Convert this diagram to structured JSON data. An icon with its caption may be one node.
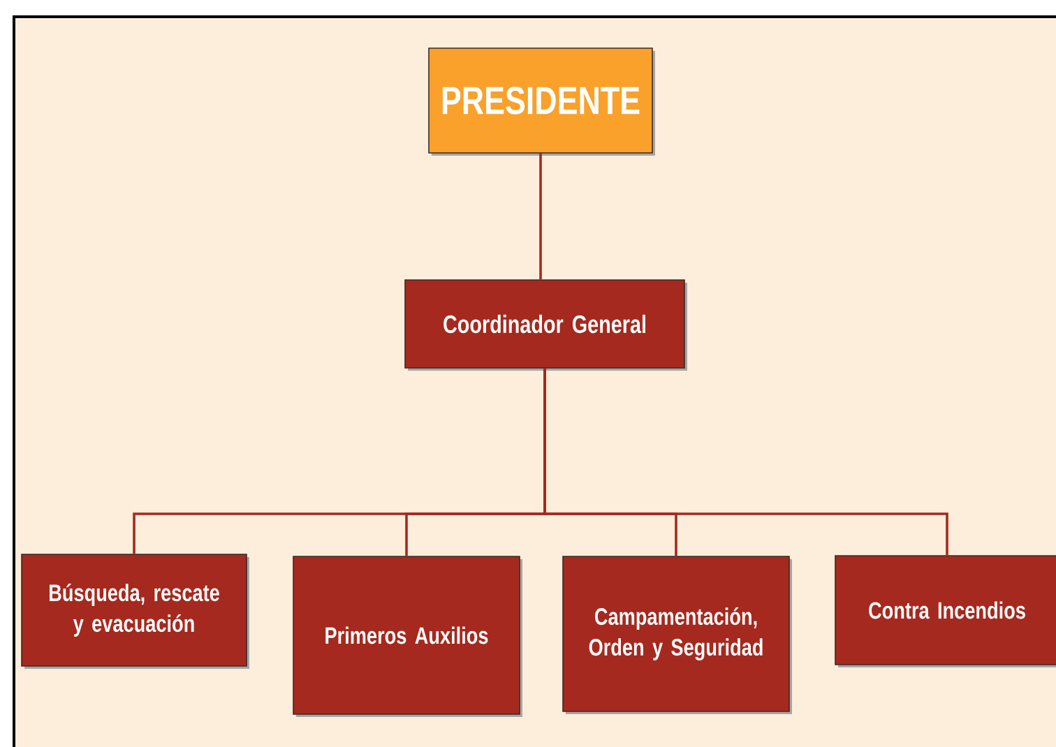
{
  "diagram": {
    "nodes": [
      {
        "text": [
          "PRESIDENTE"
        ]
      },
      {
        "text": [
          "Coordinador General"
        ]
      },
      {
        "text": [
          "Búsqueda, rescate y evacuación"
        ]
      },
      {
        "text": [
          "Primeros Auxilios"
        ]
      },
      {
        "text": [
          "Campamentación, Orden y Seguridad"
        ]
      },
      {
        "text": [
          "Contra Incendios"
        ]
      }
    ],
    "edges": [
      {
        "from": 0,
        "to": 1,
        "arrow": "none"
      },
      {
        "from": 1,
        "to": 2,
        "arrow": "none"
      },
      {
        "from": 1,
        "to": 3,
        "arrow": "none"
      },
      {
        "from": 1,
        "to": 4,
        "arrow": "none"
      },
      {
        "from": 1,
        "to": 5,
        "arrow": "none"
      }
    ]
  }
}
